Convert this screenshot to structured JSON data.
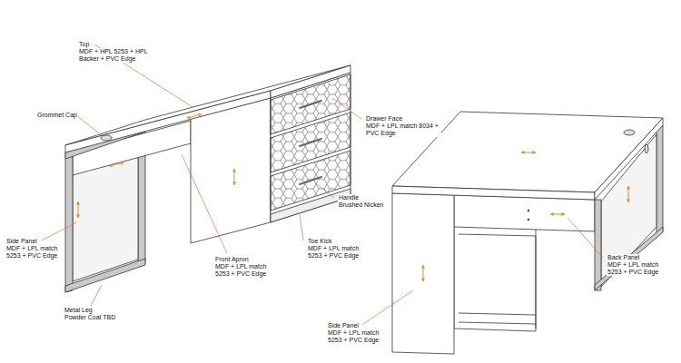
{
  "diagram": {
    "labels": [
      "Top",
      "MDF + HPL 5253 + HPL Backer + PVC Edge",
      "Grommet Cap",
      "Drawer Face",
      "MDF + LPL match 8034 + PVC Edge",
      "Handle",
      "Brushed Nicken",
      "Toe Kick",
      "MDF + LPL match 5253 + PVC Edge",
      "Front Apron",
      "MDF + LPL match 5253 + PVC Edge",
      "Side Panel",
      "MDF + LPL match 5253 + PVC Edge",
      "Metal Leg",
      "Powder Coat TBD",
      "Back Panel",
      "MDF + LPL match 5253 + PVC Edge",
      "Side Panel",
      "MDF + LPL match 5253 + PVC Edge"
    ]
  }
}
